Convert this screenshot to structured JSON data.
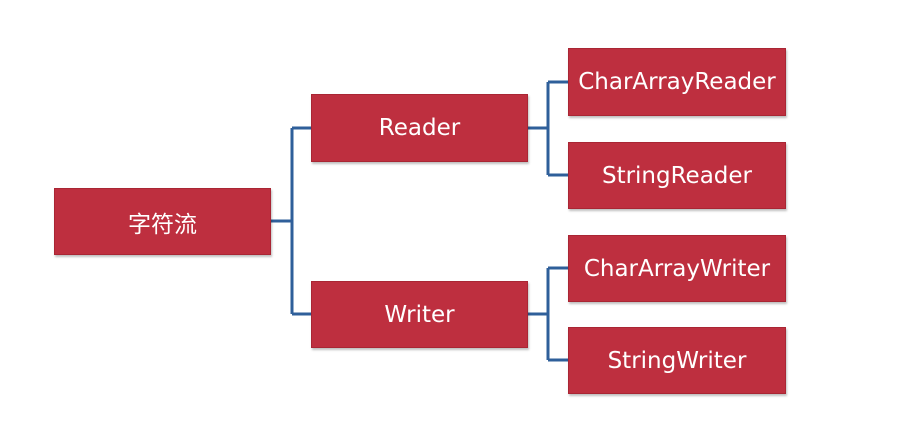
{
  "diagram": {
    "root": {
      "label": "字符流"
    },
    "children": [
      {
        "label": "Reader",
        "children": [
          {
            "label": "CharArrayReader"
          },
          {
            "label": "StringReader"
          }
        ]
      },
      {
        "label": "Writer",
        "children": [
          {
            "label": "CharArrayWriter"
          },
          {
            "label": "StringWriter"
          }
        ]
      }
    ],
    "colors": {
      "node_fill": "#be2f3f",
      "node_text": "#ffffff",
      "connector": "#2f5f9a"
    }
  }
}
